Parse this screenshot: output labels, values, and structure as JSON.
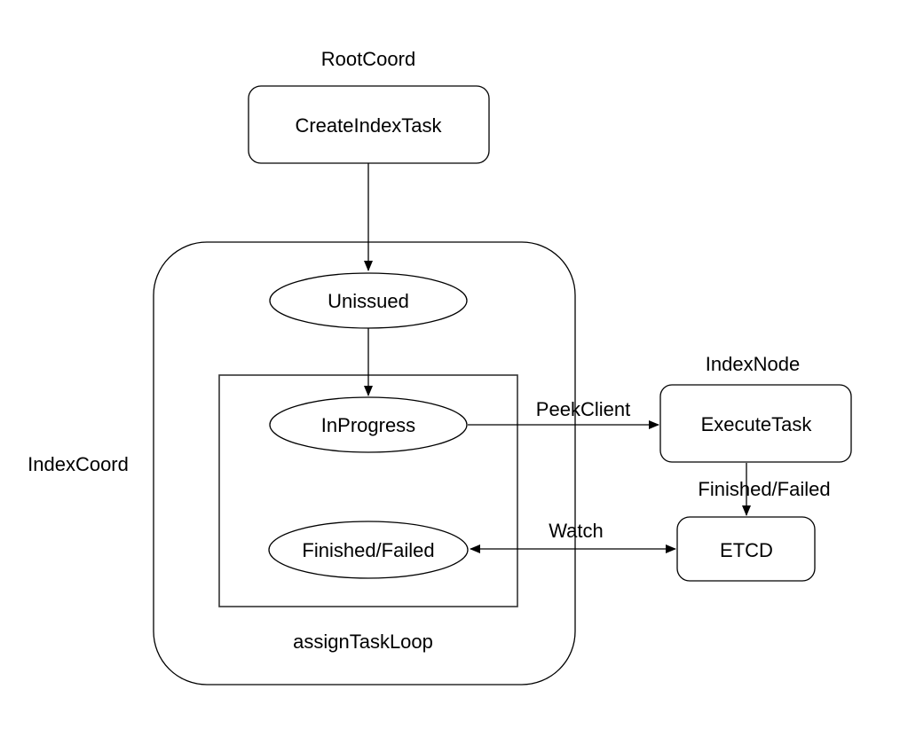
{
  "diagram": {
    "type": "flowchart",
    "colors": {
      "background": "#ffffff",
      "stroke": "#000000",
      "text": "#000000"
    },
    "nodes": {
      "root_coord_label": "RootCoord",
      "create_index_task": "CreateIndexTask",
      "index_coord_label": "IndexCoord",
      "unissued": "Unissued",
      "in_progress": "InProgress",
      "finished_failed_state": "Finished/Failed",
      "assign_task_loop_label": "assignTaskLoop",
      "index_node_label": "IndexNode",
      "execute_task": "ExecuteTask",
      "etcd": "ETCD"
    },
    "edges": {
      "create_to_unissued": "",
      "unissued_to_in_progress": "",
      "peek_client": "PeekClient",
      "finished_failed": "Finished/Failed",
      "watch": "Watch"
    }
  }
}
